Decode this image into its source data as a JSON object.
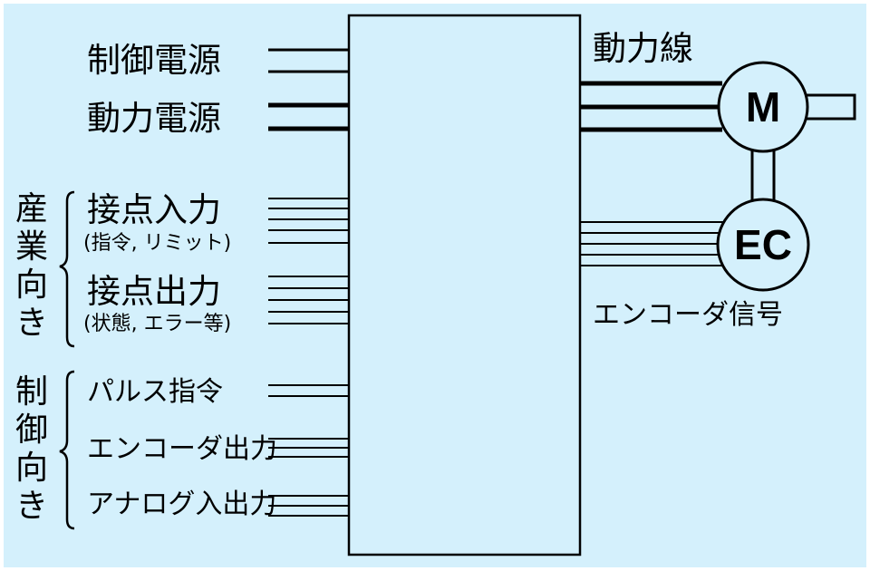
{
  "colors": {
    "background": "#d4f0fc",
    "border": "#ffffff",
    "line": "#000000",
    "block_fill": "#d4f0fc"
  },
  "left": {
    "control_power": "制御電源",
    "drive_power": "動力電源",
    "contact_input": "接点入力",
    "contact_input_note": "(指令, リミット)",
    "contact_output": "接点出力",
    "contact_output_note": "(状態, エラー等)",
    "pulse_command": "パルス指令",
    "encoder_output": "エンコーダ出力",
    "analog_io": "アナログ入出力"
  },
  "groups": {
    "industrial": [
      "産",
      "業",
      "向",
      "き"
    ],
    "control": [
      "制",
      "御",
      "向",
      "き"
    ]
  },
  "right": {
    "power_line": "動力線",
    "encoder_signal": "エンコーダ信号",
    "motor": "M",
    "encoder": "EC"
  }
}
